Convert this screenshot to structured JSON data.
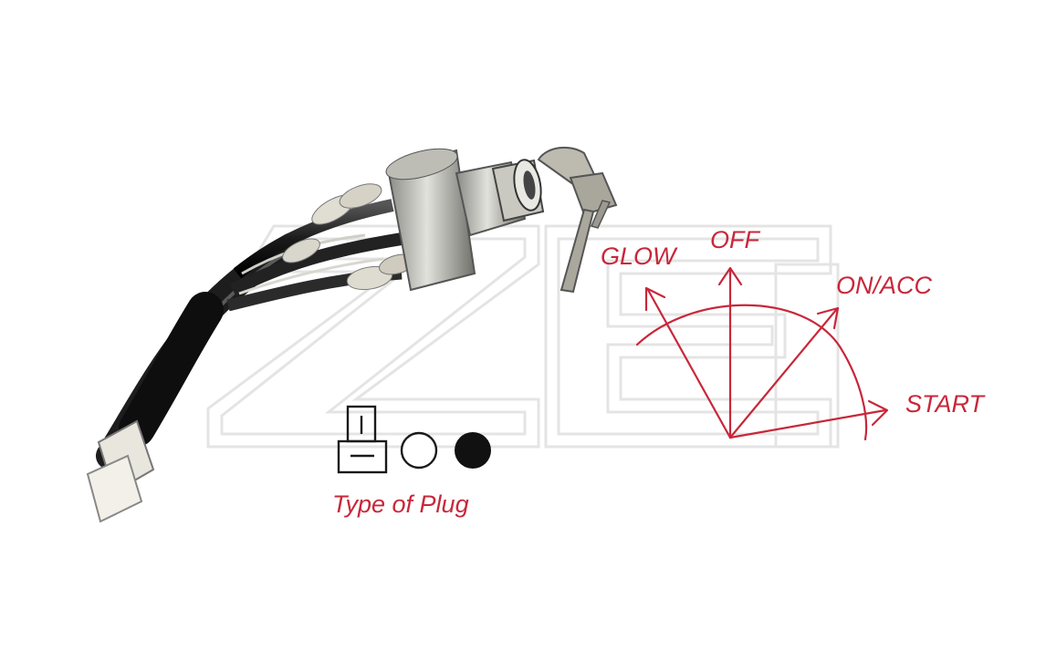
{
  "diagram": {
    "positions": [
      {
        "id": "glow",
        "label": "GLOW"
      },
      {
        "id": "off",
        "label": "OFF"
      },
      {
        "id": "on_acc",
        "label": "ON/ACC"
      },
      {
        "id": "start",
        "label": "START"
      }
    ]
  },
  "plug": {
    "caption": "Type of Plug"
  },
  "colors": {
    "accent": "#c8273a",
    "watermark": "#e6e6e6",
    "ink": "#1a1a1a"
  }
}
